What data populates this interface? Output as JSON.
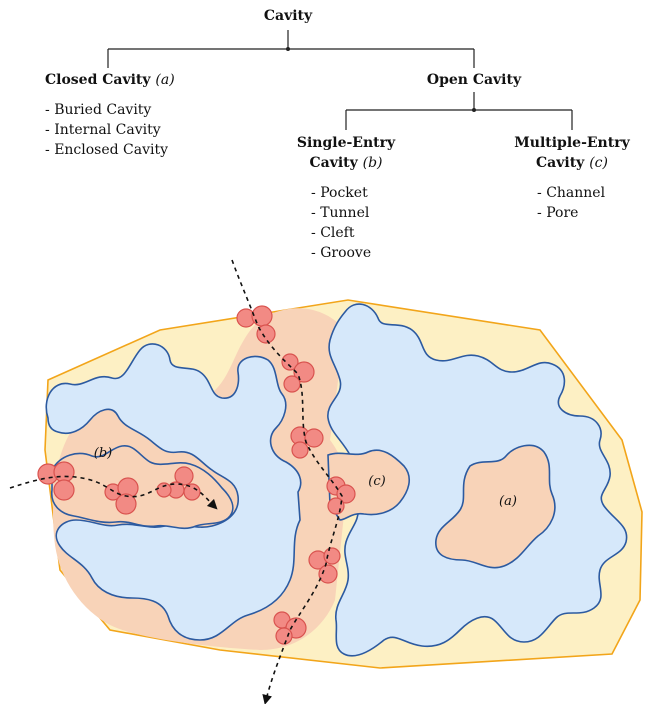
{
  "taxonomy": {
    "root": "Cavity",
    "closed": {
      "title": "Closed Cavity",
      "tag": "(a)",
      "items": [
        "Buried Cavity",
        "Internal Cavity",
        "Enclosed Cavity"
      ]
    },
    "open": {
      "title": "Open Cavity"
    },
    "single": {
      "title_line1": "Single-Entry",
      "title_line2": "Cavity",
      "tag": "(b)",
      "items": [
        "Pocket",
        "Tunnel",
        "Cleft",
        "Groove"
      ]
    },
    "multiple": {
      "title_line1": "Multiple-Entry",
      "title_line2": "Cavity",
      "tag": "(c)",
      "items": [
        "Channel",
        "Pore"
      ]
    }
  },
  "illustration": {
    "labels": {
      "a": "(a)",
      "b": "(b)",
      "c": "(c)"
    },
    "colors": {
      "hull_fill": "#fdf0c4",
      "hull_stroke": "#f2a51a",
      "protein_fill": "#d6e8fa",
      "protein_stroke": "#2c5aa0",
      "cavity_fill": "#f8d3b8",
      "probe_fill": "#f28a84",
      "probe_stroke": "#d9534f"
    }
  }
}
